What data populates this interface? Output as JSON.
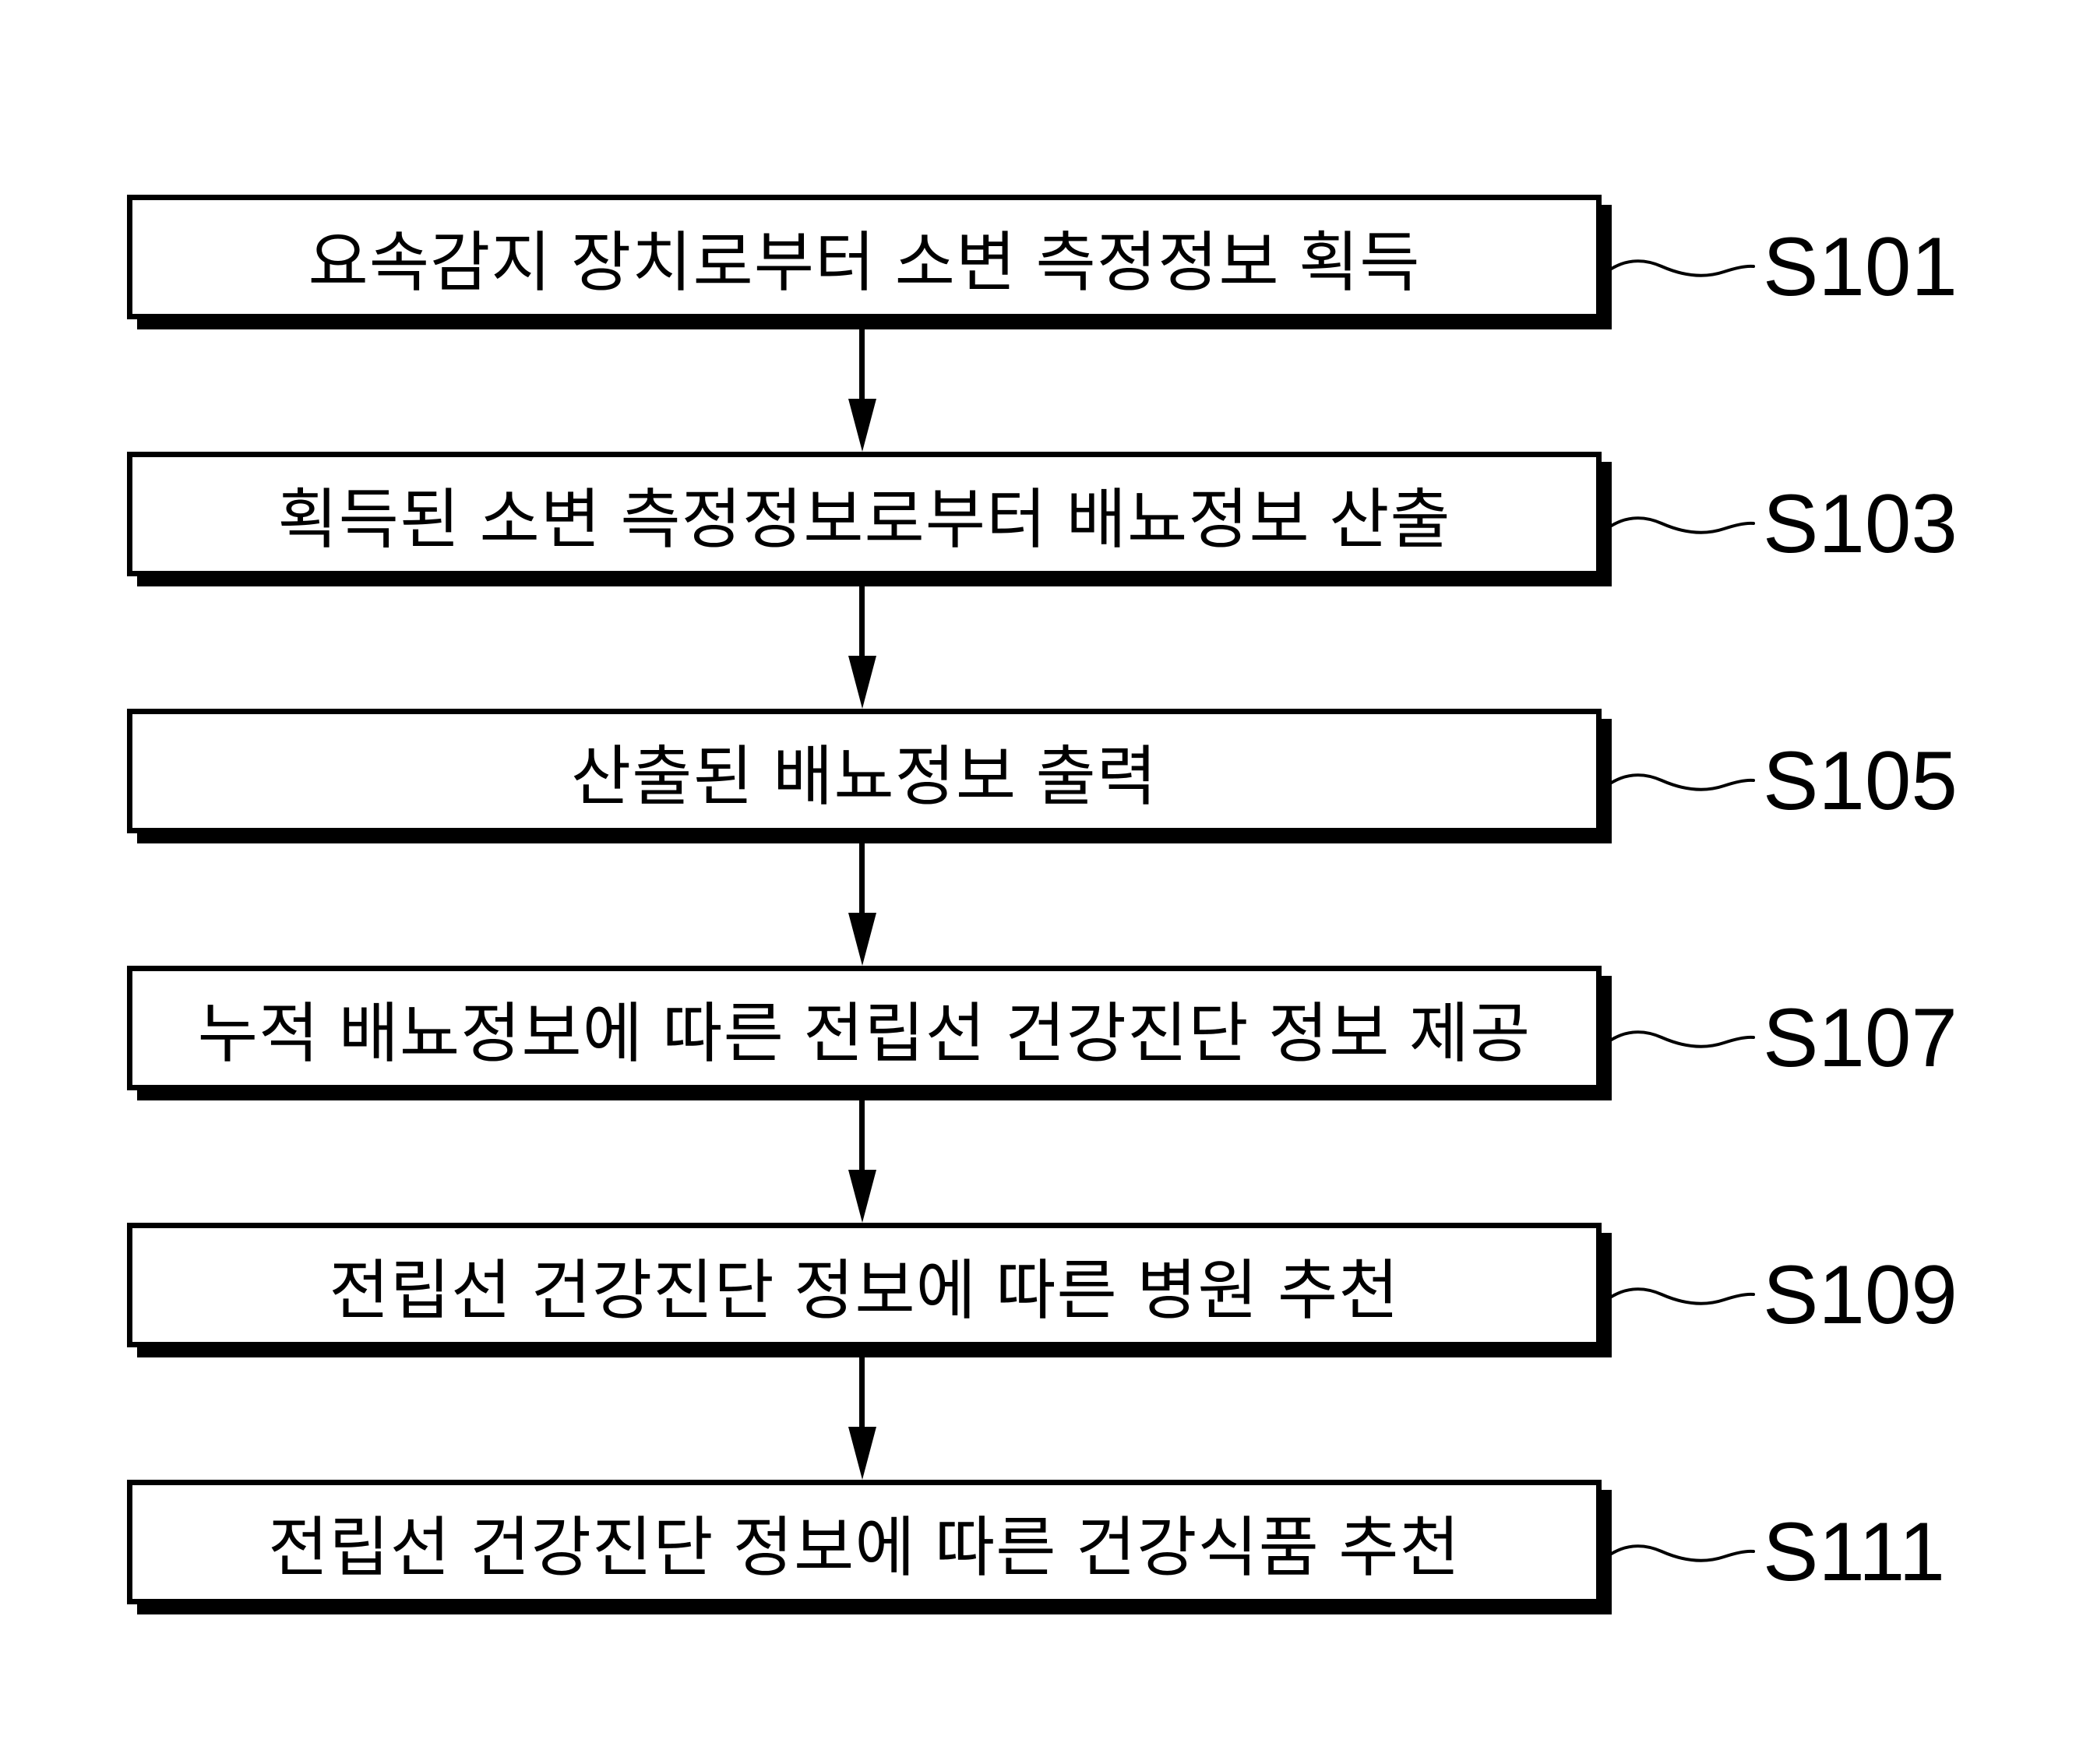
{
  "figure": {
    "type": "flowchart",
    "direction": "top-to-bottom",
    "steps": [
      {
        "text": "요속감지 장치로부터 소변 측정정보 획득",
        "label": "S101"
      },
      {
        "text": "획득된 소변 측정정보로부터 배뇨정보 산출",
        "label": "S103"
      },
      {
        "text": "산출된 배뇨정보 출력",
        "label": "S105"
      },
      {
        "text": "누적 배뇨정보에 따른 전립선 건강진단 정보 제공",
        "label": "S107"
      },
      {
        "text": "전립선 건강진단 정보에 따른 병원 추천",
        "label": "S109"
      },
      {
        "text": "전립선 건강진단 정보에 따른 건강식품 추천",
        "label": "S111"
      }
    ]
  },
  "colors": {
    "ink": "#000000",
    "background": "#ffffff"
  }
}
